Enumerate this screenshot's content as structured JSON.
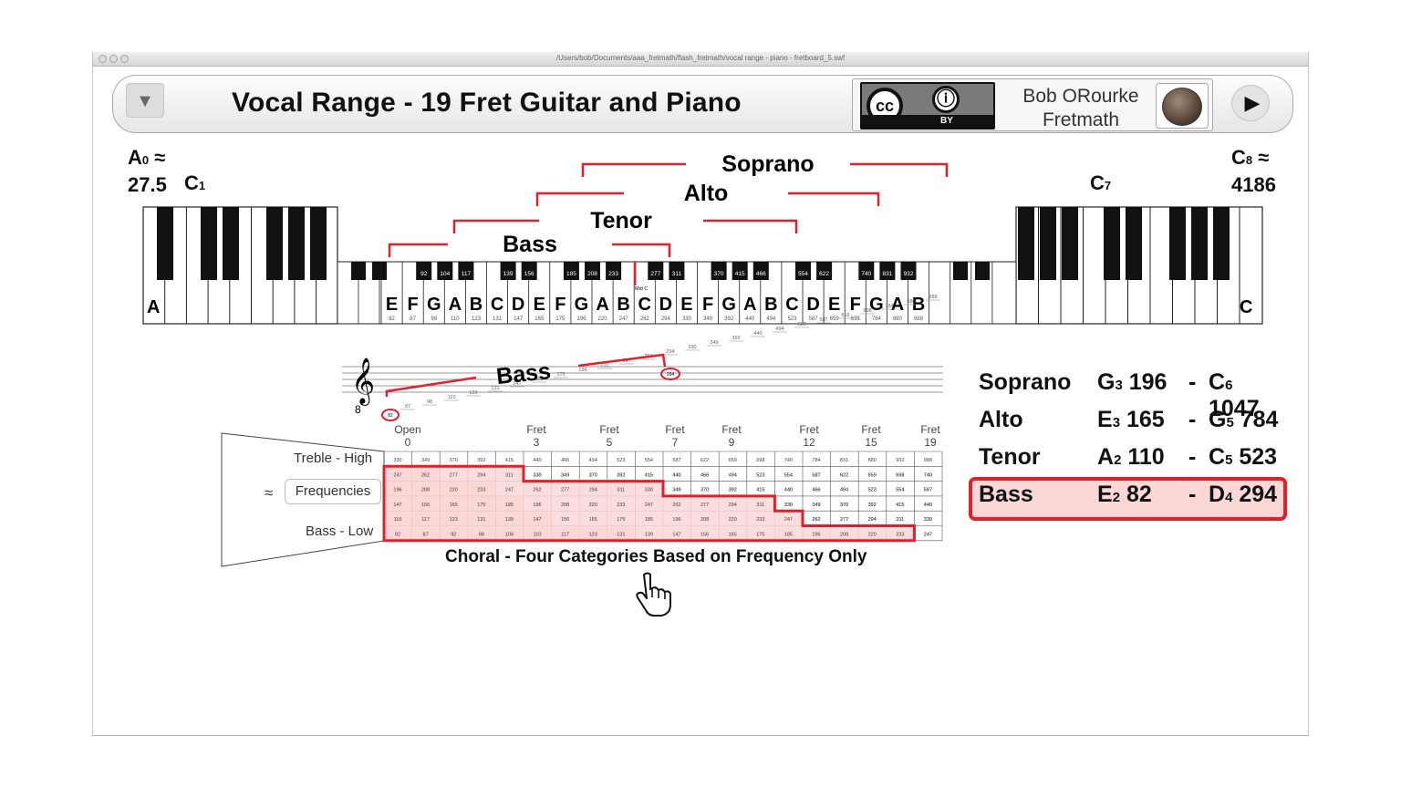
{
  "window": {
    "path": "/Users/bob/Documents/aaa_fretmath/flash_fretmath/vocal range - piano - fretboard_5.swf"
  },
  "header": {
    "menu_icon": "triangle-down-icon",
    "title": "Vocal Range - 19 Fret Guitar and Piano",
    "author_line1": "Bob ORourke",
    "author_line2": "Fretmath",
    "cc_label": "cc",
    "by_label": "BY",
    "play_icon": "play-icon"
  },
  "piano": {
    "low_note": "A",
    "low_sub": "0",
    "low_freq": "27.5",
    "c1": "C",
    "c1_sub": "1",
    "high_note": "C",
    "high_sub": "8",
    "high_freq": "4186",
    "c7": "C",
    "c7_sub": "7",
    "left_key_label": "A",
    "right_key_label": "C",
    "middle_c_label": "Mid C",
    "naturals": [
      "E",
      "F",
      "G",
      "A",
      "B",
      "C",
      "D",
      "E",
      "F",
      "G",
      "A",
      "B",
      "C",
      "D",
      "E",
      "F",
      "G",
      "A",
      "B",
      "C",
      "D",
      "E",
      "F",
      "G",
      "A",
      "B"
    ],
    "natural_freqs": [
      "82",
      "87",
      "98",
      "110",
      "123",
      "131",
      "147",
      "165",
      "175",
      "196",
      "220",
      "247",
      "262",
      "294",
      "330",
      "349",
      "392",
      "440",
      "494",
      "523",
      "587",
      "659",
      "698",
      "784",
      "880",
      "988"
    ],
    "sharp_freqs": [
      "92",
      "104",
      "117",
      "139",
      "156",
      "185",
      "208",
      "233",
      "277",
      "311",
      "370",
      "415",
      "466",
      "554",
      "622",
      "740",
      "831",
      "932"
    ]
  },
  "voices": {
    "soprano": "Soprano",
    "alto": "Alto",
    "tenor": "Tenor",
    "bass": "Bass"
  },
  "staff": {
    "label": "Bass",
    "clef_octave": "8",
    "low_marker": "82",
    "high_marker": "294",
    "freqs": [
      "87",
      "98",
      "110",
      "123",
      "131",
      "147",
      "165",
      "175",
      "196",
      "220",
      "247",
      "262",
      "294",
      "330",
      "349",
      "392",
      "440",
      "494",
      "523",
      "587",
      "659",
      "698",
      "784",
      "880",
      "988"
    ]
  },
  "ranges": [
    {
      "name": "Soprano",
      "lo": "G",
      "lo_sub": "3",
      "lo_f": "196",
      "hi": "C",
      "hi_sub": "6",
      "hi_f": "1047"
    },
    {
      "name": "Alto",
      "lo": "E",
      "lo_sub": "3",
      "lo_f": "165",
      "hi": "G",
      "hi_sub": "5",
      "hi_f": "784"
    },
    {
      "name": "Tenor",
      "lo": "A",
      "lo_sub": "2",
      "lo_f": "110",
      "hi": "C",
      "hi_sub": "5",
      "hi_f": "523"
    },
    {
      "name": "Bass",
      "lo": "E",
      "lo_sub": "2",
      "lo_f": "82",
      "hi": "D",
      "hi_sub": "4",
      "hi_f": "294"
    }
  ],
  "fretboard": {
    "treble_label": "Treble - High",
    "bass_label": "Bass - Low",
    "approx": "≈",
    "freq_button": "Frequencies",
    "caption": "Choral - Four Categories Based on Frequency Only",
    "fret_markers": [
      {
        "top": "Open",
        "num": "0"
      },
      {
        "top": "Fret",
        "num": "3"
      },
      {
        "top": "Fret",
        "num": "5"
      },
      {
        "top": "Fret",
        "num": "7"
      },
      {
        "top": "Fret",
        "num": "9"
      },
      {
        "top": "Fret",
        "num": "12"
      },
      {
        "top": "Fret",
        "num": "15"
      },
      {
        "top": "Fret",
        "num": "19"
      }
    ],
    "rows": [
      [
        "330",
        "349",
        "370",
        "392",
        "415",
        "440",
        "466",
        "494",
        "523",
        "554",
        "587",
        "622",
        "659",
        "698",
        "740",
        "784",
        "831",
        "880",
        "932",
        "988"
      ],
      [
        "247",
        "262",
        "277",
        "294",
        "311",
        "330",
        "349",
        "370",
        "392",
        "415",
        "440",
        "466",
        "494",
        "523",
        "554",
        "587",
        "622",
        "659",
        "698",
        "740"
      ],
      [
        "196",
        "208",
        "220",
        "233",
        "247",
        "262",
        "277",
        "294",
        "311",
        "330",
        "349",
        "370",
        "392",
        "415",
        "440",
        "466",
        "494",
        "523",
        "554",
        "587"
      ],
      [
        "147",
        "156",
        "165",
        "175",
        "185",
        "196",
        "208",
        "220",
        "233",
        "247",
        "262",
        "277",
        "294",
        "311",
        "330",
        "349",
        "370",
        "392",
        "415",
        "440"
      ],
      [
        "110",
        "117",
        "123",
        "131",
        "139",
        "147",
        "156",
        "165",
        "175",
        "185",
        "196",
        "208",
        "220",
        "233",
        "247",
        "262",
        "277",
        "294",
        "311",
        "330"
      ],
      [
        "82",
        "87",
        "92",
        "98",
        "104",
        "110",
        "117",
        "123",
        "131",
        "139",
        "147",
        "156",
        "165",
        "175",
        "185",
        "196",
        "208",
        "220",
        "233",
        "247"
      ]
    ]
  },
  "colors": {
    "accent": "#e0202a",
    "highlight": "#fbd7d7"
  }
}
